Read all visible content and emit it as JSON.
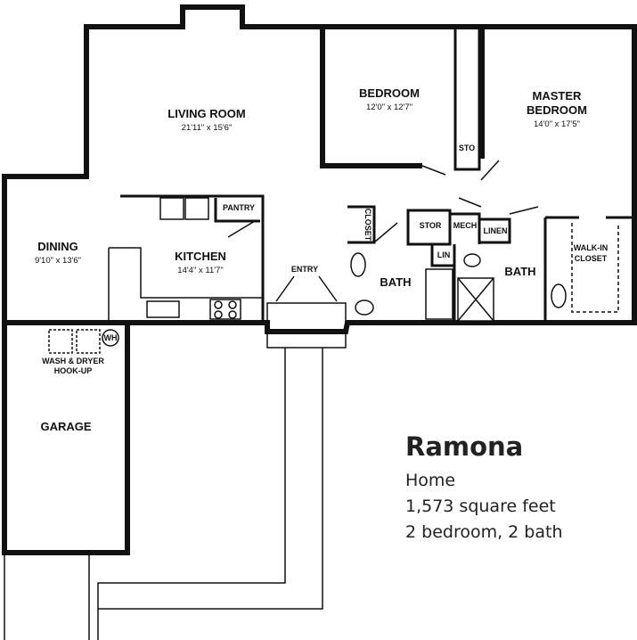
{
  "plan": {
    "name": "Ramona",
    "type": "Home",
    "area": "1,573 square feet",
    "rooms_summary": "2 bedroom, 2 bath"
  },
  "rooms": {
    "living": {
      "label": "LIVING ROOM",
      "dim": "21'11\" x 15'6\""
    },
    "bedroom": {
      "label": "BEDROOM",
      "dim": "12'0\" x 12'7\""
    },
    "master": {
      "label1": "MASTER",
      "label2": "BEDROOM",
      "dim": "14'0\" x 17'5\""
    },
    "dining": {
      "label": "DINING",
      "dim": "9'10\" x 13'6\""
    },
    "kitchen": {
      "label": "KITCHEN",
      "dim": "14'4\" x 11'7\""
    },
    "pantry": "PANTRY",
    "entry": "ENTRY",
    "bath1": "BATH",
    "bath2": "BATH",
    "closet": "CLOSET",
    "stor": "STOR",
    "mech": "MECH",
    "linen": "LINEN",
    "lin": "LIN",
    "sto": "STO",
    "walkin1": "WALK-IN",
    "walkin2": "CLOSET",
    "wash1": "WASH & DRYER",
    "wash2": "HOOK-UP",
    "wh": "WH",
    "garage": "GARAGE"
  }
}
